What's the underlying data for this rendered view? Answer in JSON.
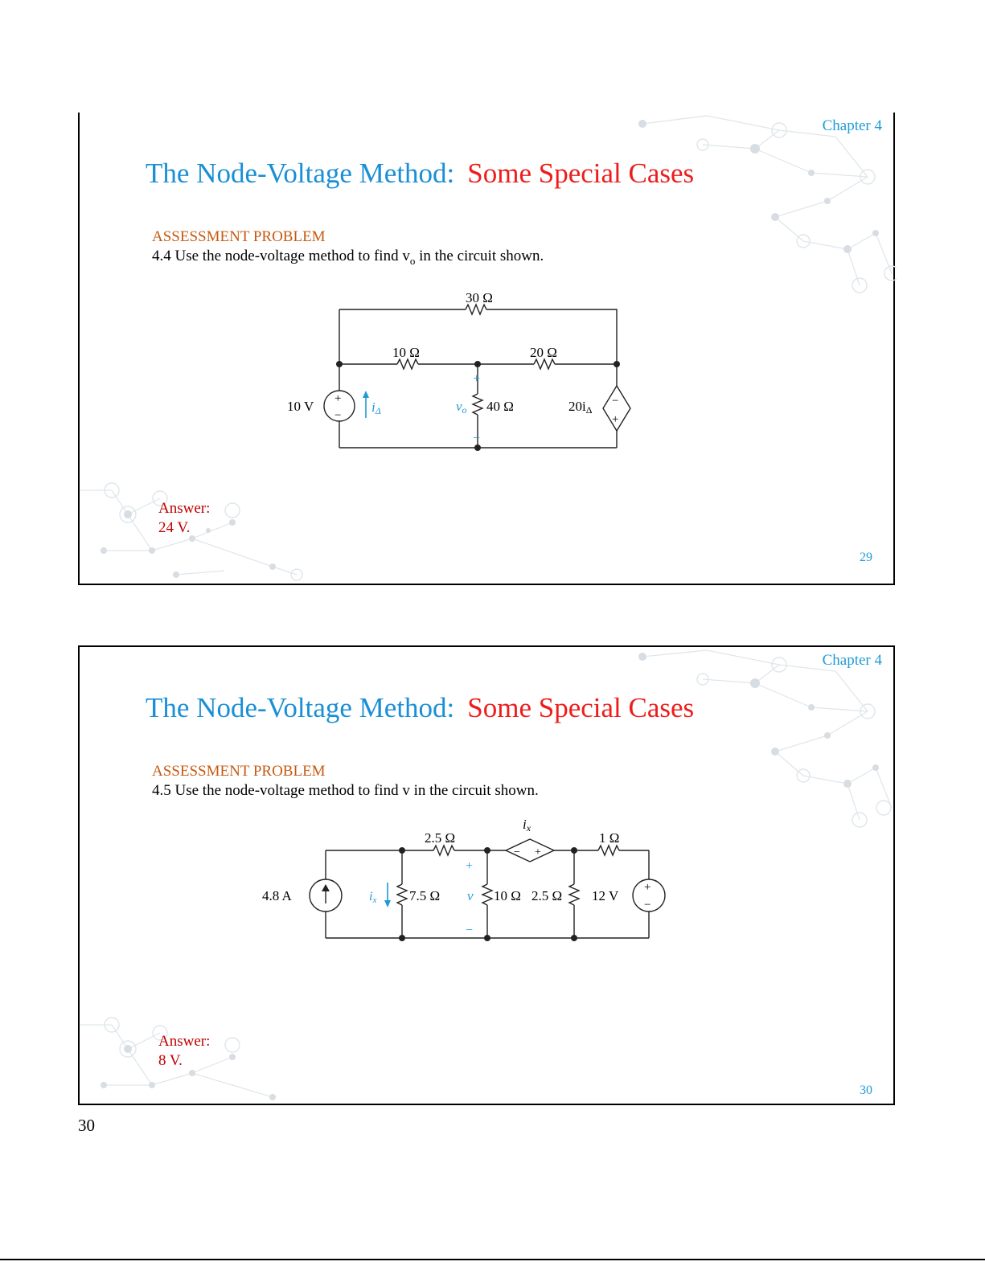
{
  "slides": [
    {
      "chapter": "Chapter 4",
      "title_main": "The Node-Voltage Method:",
      "title_highlight": "Some Special Cases",
      "section": "ASSESSMENT PROBLEM",
      "problem_prefix": "4.4 Use the node-voltage method to find v",
      "problem_sub": "o",
      "problem_suffix": " in the circuit shown.",
      "circuit": {
        "r_top": "30 Ω",
        "r_left": "10 Ω",
        "r_right": "20 Ω",
        "r_mid": "40 Ω",
        "source": "10 V",
        "current_label": "i",
        "current_sub": "Δ",
        "vo": "v",
        "vo_sub": "o",
        "dep_prefix": "20i",
        "dep_sub": "Δ",
        "plus": "+",
        "minus": "−"
      },
      "answer_label": "Answer:",
      "answer_value": "24 V.",
      "slide_number": "29"
    },
    {
      "chapter": "Chapter 4",
      "title_main": "The Node-Voltage Method:",
      "title_highlight": "Some Special Cases",
      "section": "ASSESSMENT PROBLEM",
      "problem_text": "4.5 Use the node-voltage method to find v in the circuit shown.",
      "circuit": {
        "r_a": "2.5 Ω",
        "r_b": "1 Ω",
        "r_c": "7.5 Ω",
        "r_d": "10 Ω",
        "r_e": "2.5 Ω",
        "current_source": "4.8 A",
        "voltage_source": "12 V",
        "ix": "i",
        "ix_sub": "x",
        "v": "v",
        "plus": "+",
        "minus": "−"
      },
      "answer_label": "Answer:",
      "answer_value": "8 V.",
      "slide_number": "30"
    }
  ],
  "page_number": "30",
  "colors": {
    "title_blue": "#1a8fd6",
    "title_red": "#ee1c1c",
    "section_orange": "#c55a11",
    "answer_red": "#c00000",
    "accent_blue": "#1f9ad6"
  }
}
